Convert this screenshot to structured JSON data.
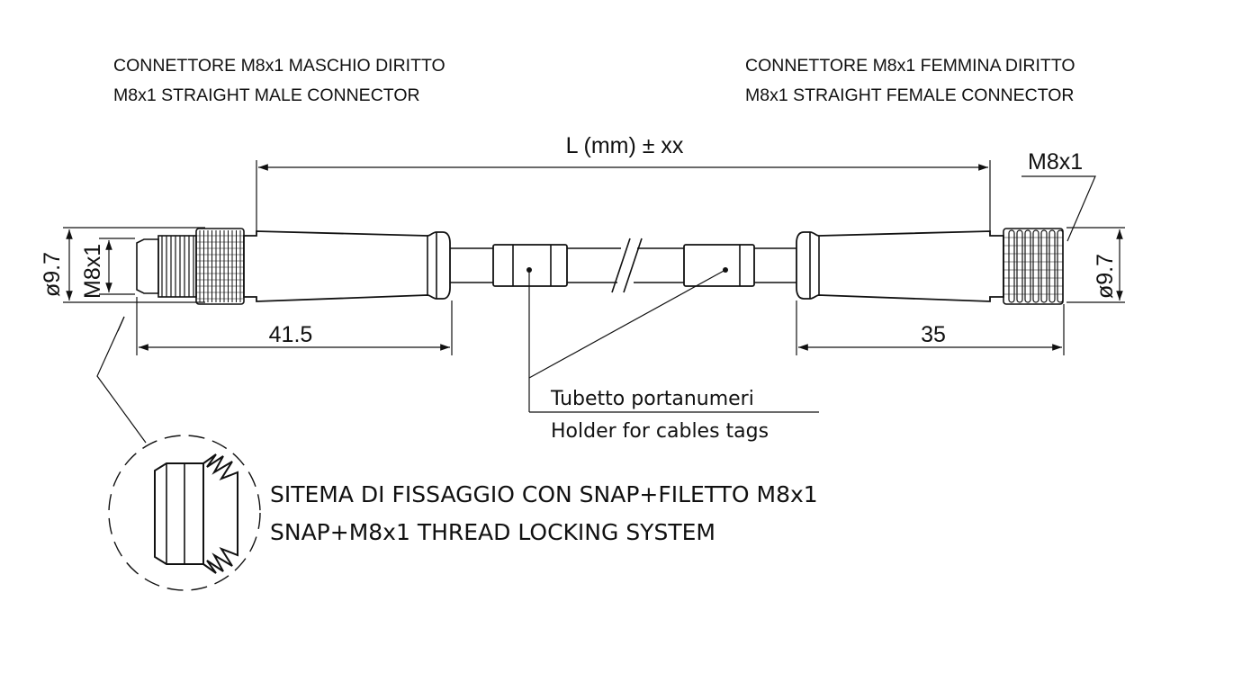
{
  "headers": {
    "male_it": "CONNETTORE M8x1 MASCHIO DIRITTO",
    "male_en": "M8x1 STRAIGHT MALE CONNECTOR",
    "female_it": "CONNETTORE M8x1 FEMMINA DIRITTO",
    "female_en": "M8x1 STRAIGHT FEMALE CONNECTOR"
  },
  "dimensions": {
    "length": "L (mm) ± xx",
    "thread_right": "M8x1",
    "left_diameter": "ø9.7",
    "left_thread": "M8x1",
    "right_diameter": "ø9.7",
    "male_length": "41.5",
    "female_length": "35"
  },
  "labels": {
    "tag_holder_it": "Tubetto portanumeri",
    "tag_holder_en": "Holder for cables tags",
    "locking_it": "SITEMA DI FISSAGGIO CON SNAP+FILETTO M8x1",
    "locking_en": "SNAP+M8x1 THREAD LOCKING SYSTEM"
  }
}
